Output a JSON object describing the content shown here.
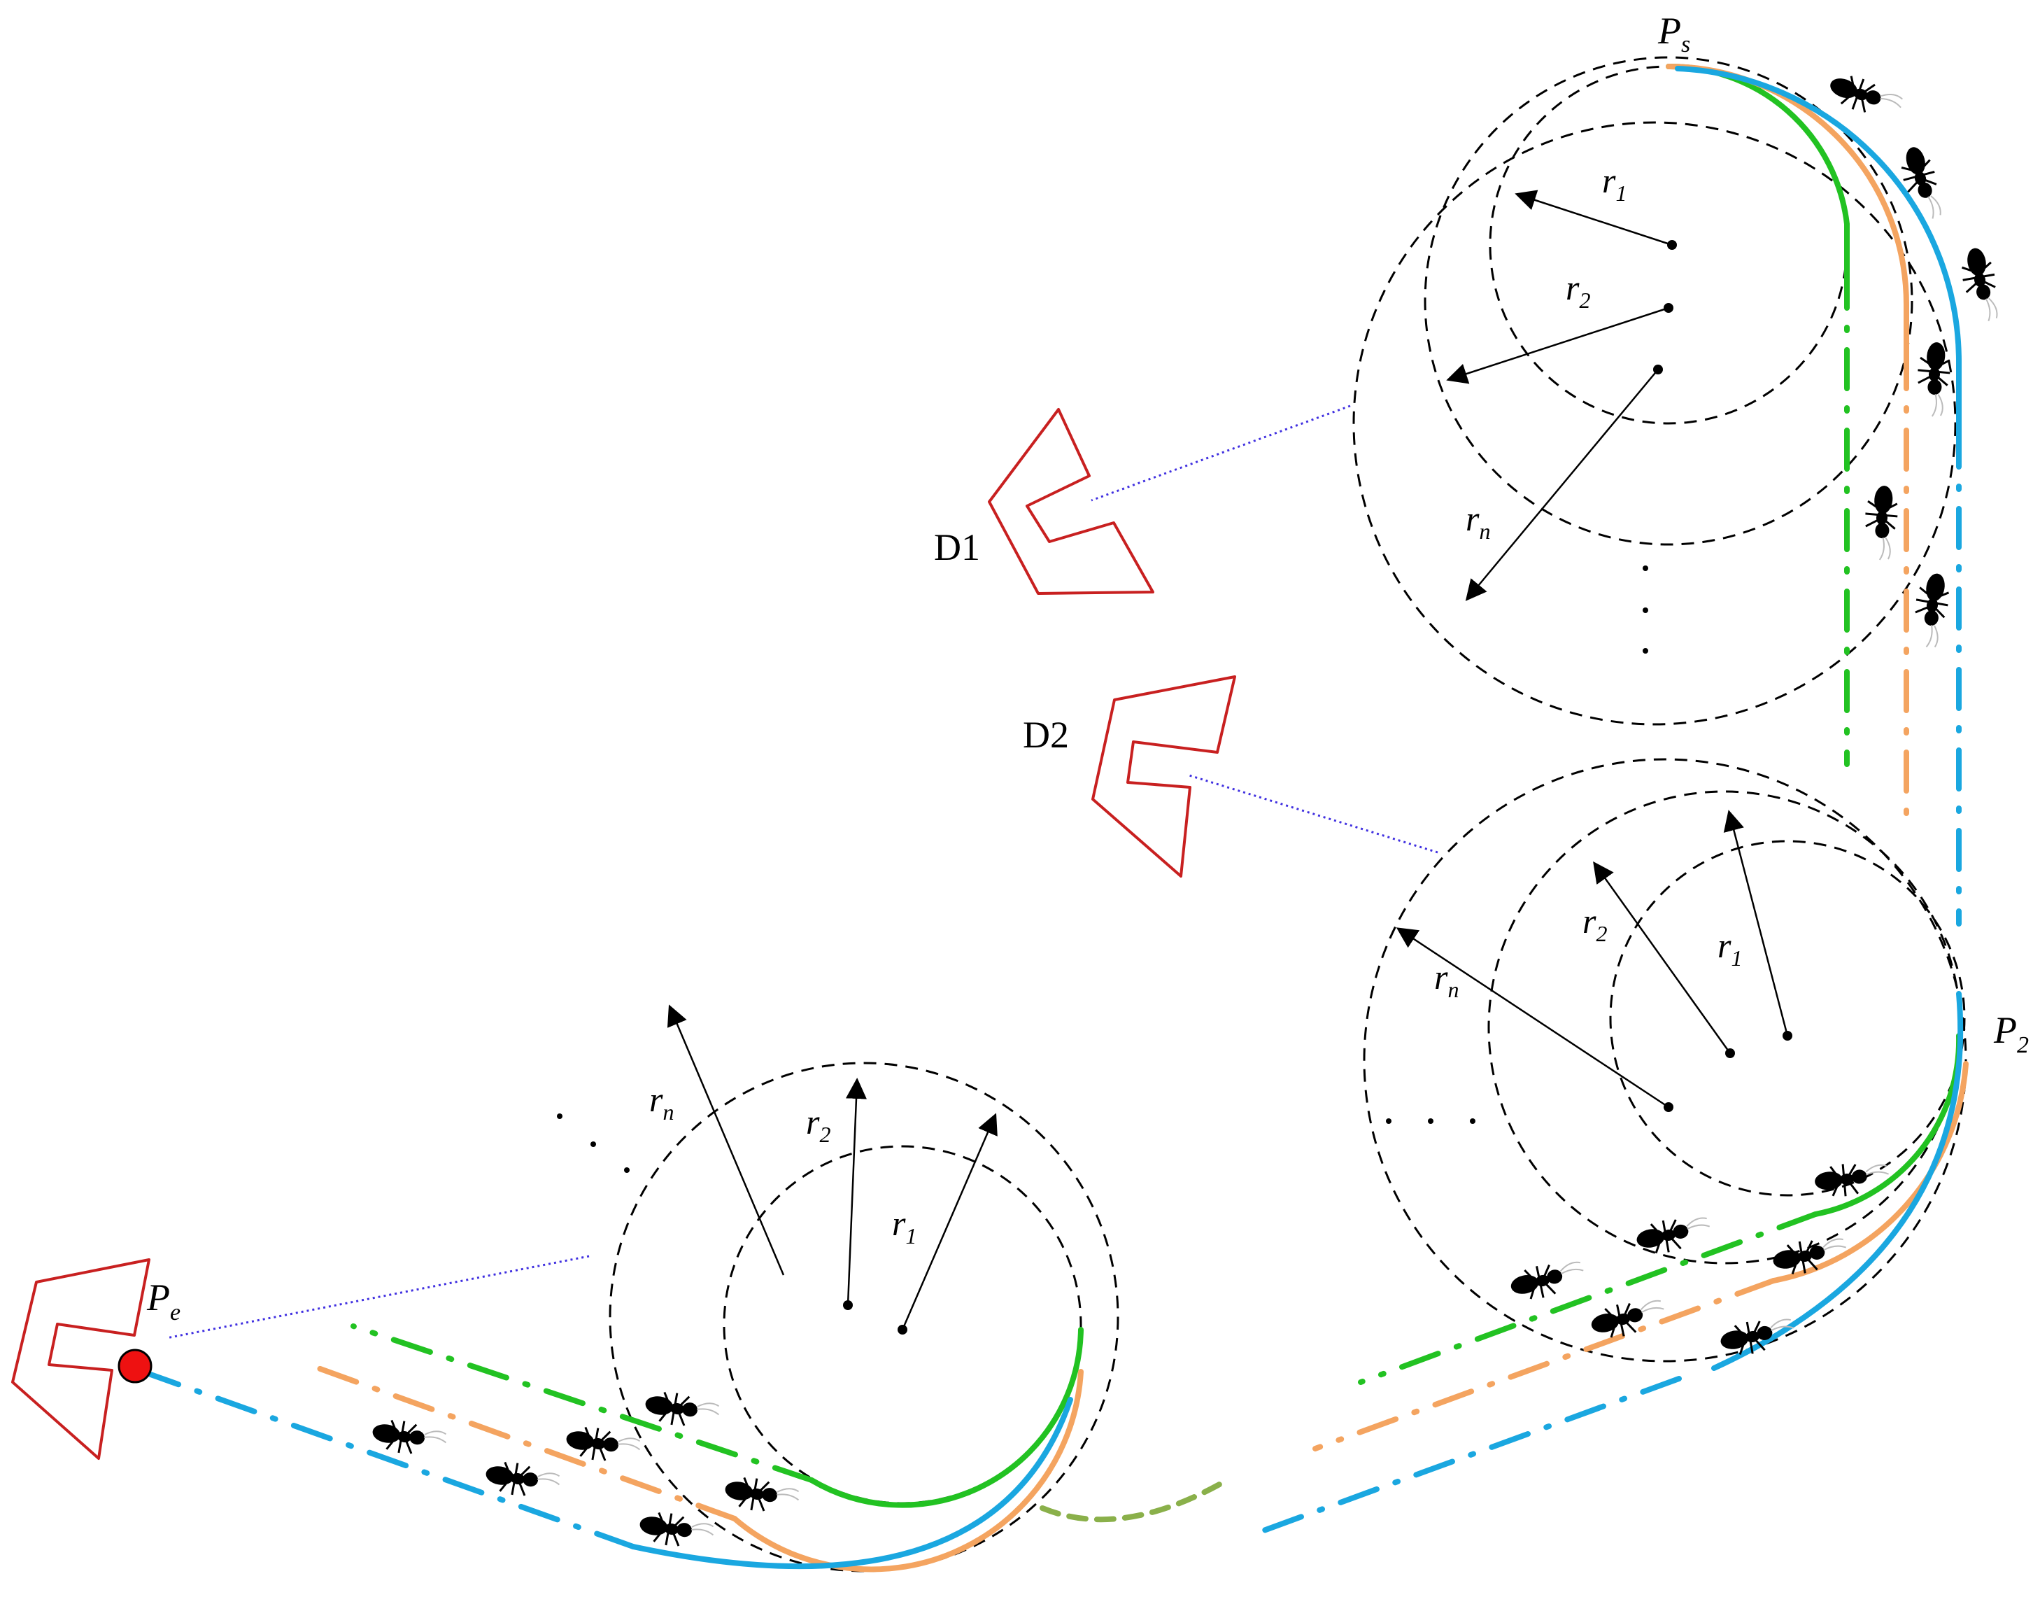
{
  "labels": {
    "ps": "P",
    "ps_sub": "s",
    "p2": "P",
    "p2_sub": "2",
    "pe": "P",
    "pe_sub": "e",
    "d1": "D1",
    "d2": "D2",
    "r1": "r",
    "r1_sub": "1",
    "r2": "r",
    "r2_sub": "2",
    "rn": "r",
    "rn_sub": "n"
  },
  "colors": {
    "green": "#22c222",
    "orange": "#f4a460",
    "blue": "#1aa7e0",
    "olive": "#8ab04a",
    "obstacle": "#c82020",
    "link": "#4030e0",
    "circle": "#000000",
    "goal": "#ee1111"
  },
  "icons": [
    "ant-icon",
    "drone-icon"
  ]
}
